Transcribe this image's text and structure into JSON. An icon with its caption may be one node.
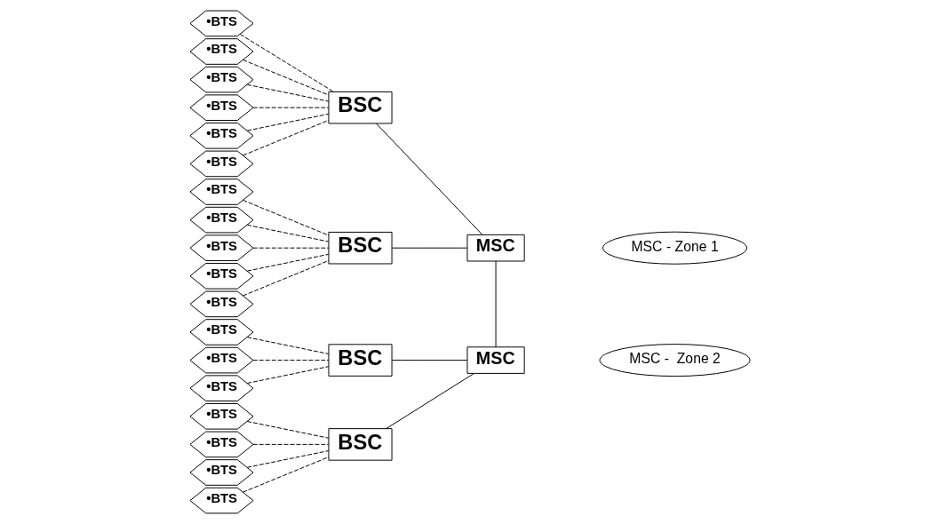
{
  "diagram": {
    "nodes": [
      {
        "text": [
          "•BTS"
        ]
      },
      {
        "text": [
          "•BTS"
        ]
      },
      {
        "text": [
          "•BTS"
        ]
      },
      {
        "text": [
          "•BTS"
        ]
      },
      {
        "text": [
          "•BTS"
        ]
      },
      {
        "text": [
          "•BTS"
        ]
      },
      {
        "text": [
          "•BTS"
        ]
      },
      {
        "text": [
          "•BTS"
        ]
      },
      {
        "text": [
          "•BTS"
        ]
      },
      {
        "text": [
          "•BTS"
        ]
      },
      {
        "text": [
          "•BTS"
        ]
      },
      {
        "text": [
          "•BTS"
        ]
      },
      {
        "text": [
          "•BTS"
        ]
      },
      {
        "text": [
          "•BTS"
        ]
      },
      {
        "text": [
          "•BTS"
        ]
      },
      {
        "text": [
          "•BTS"
        ]
      },
      {
        "text": [
          "•BTS"
        ]
      },
      {
        "text": [
          "•BTS"
        ]
      },
      {
        "text": [
          "BSC"
        ]
      },
      {
        "text": [
          "BSC"
        ]
      },
      {
        "text": [
          "BSC"
        ]
      },
      {
        "text": [
          "BSC"
        ]
      },
      {
        "text": [
          "MSC"
        ]
      },
      {
        "text": [
          "MSC"
        ]
      },
      {
        "text": [
          "MSC - Zone 1"
        ]
      },
      {
        "text": [
          "MSC -  Zone 2"
        ]
      }
    ],
    "edges": [
      {
        "from": 0,
        "to": 18,
        "arrow": "none",
        "style": "dashed"
      },
      {
        "from": 1,
        "to": 18,
        "arrow": "none",
        "style": "dashed"
      },
      {
        "from": 2,
        "to": 18,
        "arrow": "none",
        "style": "dashed"
      },
      {
        "from": 3,
        "to": 18,
        "arrow": "none",
        "style": "dashed"
      },
      {
        "from": 4,
        "to": 18,
        "arrow": "none",
        "style": "dashed"
      },
      {
        "from": 5,
        "to": 19,
        "arrow": "none",
        "style": "dashed"
      },
      {
        "from": 6,
        "to": 19,
        "arrow": "none",
        "style": "dashed"
      },
      {
        "from": 7,
        "to": 19,
        "arrow": "none",
        "style": "dashed"
      },
      {
        "from": 8,
        "to": 19,
        "arrow": "none",
        "style": "dashed"
      },
      {
        "from": 9,
        "to": 19,
        "arrow": "none",
        "style": "dashed"
      },
      {
        "from": 10,
        "to": 19,
        "arrow": "none",
        "style": "dashed"
      },
      {
        "from": 11,
        "to": 20,
        "arrow": "none",
        "style": "dashed"
      },
      {
        "from": 12,
        "to": 20,
        "arrow": "none",
        "style": "dashed"
      },
      {
        "from": 13,
        "to": 20,
        "arrow": "none",
        "style": "dashed"
      },
      {
        "from": 14,
        "to": 21,
        "arrow": "none",
        "style": "dashed"
      },
      {
        "from": 15,
        "to": 21,
        "arrow": "none",
        "style": "dashed"
      },
      {
        "from": 16,
        "to": 21,
        "arrow": "none",
        "style": "dashed"
      },
      {
        "from": 17,
        "to": 21,
        "arrow": "none",
        "style": "dashed"
      },
      {
        "from": 18,
        "to": 22,
        "arrow": "none"
      },
      {
        "from": 19,
        "to": 22,
        "arrow": "none"
      },
      {
        "from": 20,
        "to": 23,
        "arrow": "none"
      },
      {
        "from": 21,
        "to": 23,
        "arrow": "none"
      },
      {
        "from": 22,
        "to": 23,
        "arrow": "none"
      }
    ]
  }
}
